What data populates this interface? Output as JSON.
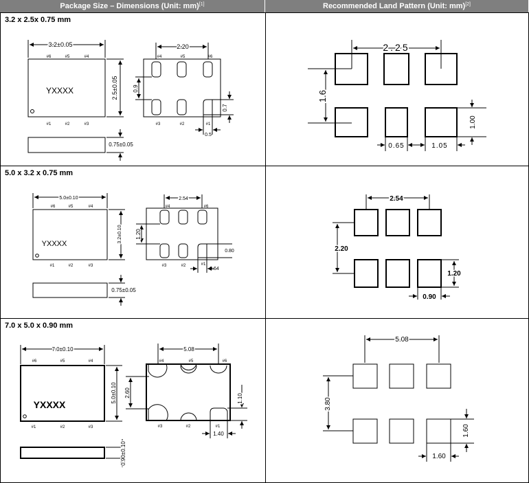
{
  "header": {
    "col1": "Package Size – Dimensions (Unit: mm)",
    "col1_note": "[1]",
    "col2": "Recommended Land Pattern (Unit: mm)",
    "col2_note": "[2]"
  },
  "rows": [
    {
      "title": "3.2 x 2.5x 0.75 mm",
      "pkg": {
        "length": "3.2±0.05",
        "width": "2.5±0.05",
        "height": "0.75±0.05",
        "pitch": "2.20",
        "pad_gap": "0.9",
        "pad_h": "0.7",
        "pad_w": "0.5",
        "marking": "YXXXX"
      },
      "land": {
        "pitch": "2.25",
        "row_gap": "1.6",
        "pad_len": "1.00",
        "pad_w": "0.65",
        "pad_space": "1.05"
      }
    },
    {
      "title": "5.0 x 3.2 x 0.75 mm",
      "pkg": {
        "length": "5.0±0.10",
        "width": "3.2±0.10",
        "height": "0.75±0.05",
        "pitch": "2.54",
        "pad_gap": "1.20",
        "pad_h": "0.80",
        "pad_w": "0.64",
        "marking": "YXXXX"
      },
      "land": {
        "pitch": "2.54",
        "row_gap": "2.20",
        "pad_len": "1.20",
        "pad_w": "0.90"
      }
    },
    {
      "title": "7.0 x 5.0 x 0.90 mm",
      "pkg": {
        "length": "7.0±0.10",
        "width": "5.0±0.10",
        "height": "0.90±0.10",
        "pitch": "5.08",
        "pad_gap": "2.60",
        "pad_h": "1.10",
        "pad_w": "1.40",
        "marking": "YXXXX"
      },
      "land": {
        "pitch": "5.08",
        "row_gap": "3.80",
        "pad_len": "1.60",
        "pad_w": "1.60"
      }
    }
  ],
  "pins": {
    "p1": "#1",
    "p2": "#2",
    "p3": "#3",
    "p4": "#4",
    "p5": "#5",
    "p6": "#6"
  }
}
